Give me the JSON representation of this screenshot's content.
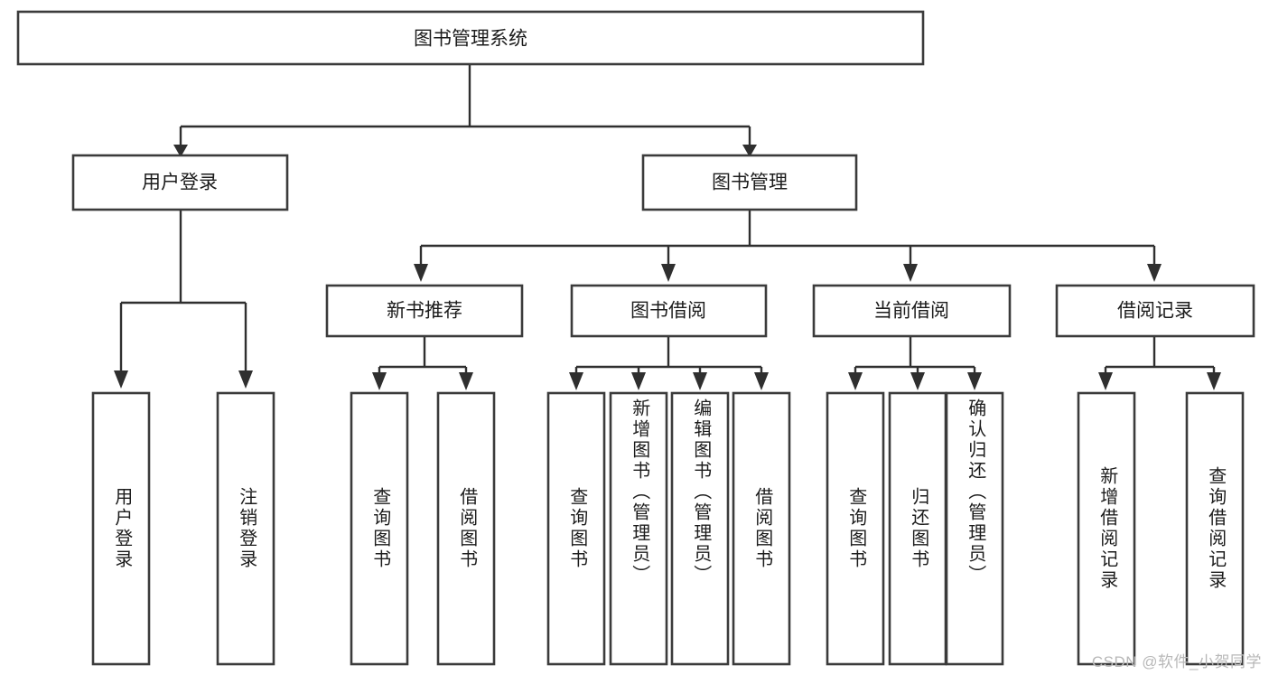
{
  "diagram": {
    "type": "tree",
    "title": "图书管理系统",
    "watermark": "CSDN @软件_小贺同学",
    "colors": {
      "box_stroke": "#3b3b3b",
      "edge": "#2f2f2f",
      "background": "#ffffff",
      "text": "#1c1c1c",
      "watermark": "#b8b8b8"
    },
    "root": {
      "id": "root",
      "label": "图书管理系统",
      "orientation": "horizontal"
    },
    "level2": [
      {
        "id": "user-login",
        "label": "用户登录",
        "orientation": "horizontal"
      },
      {
        "id": "book-management",
        "label": "图书管理",
        "orientation": "horizontal"
      }
    ],
    "level3": [
      {
        "id": "new-book-recommend",
        "label": "新书推荐",
        "orientation": "horizontal",
        "parent": "book-management"
      },
      {
        "id": "book-borrow",
        "label": "图书借阅",
        "orientation": "horizontal",
        "parent": "book-management"
      },
      {
        "id": "current-borrow",
        "label": "当前借阅",
        "orientation": "horizontal",
        "parent": "book-management"
      },
      {
        "id": "borrow-record",
        "label": "借阅记录",
        "orientation": "horizontal",
        "parent": "book-management"
      }
    ],
    "leaves": [
      {
        "id": "leaf-user-login",
        "label": "用户登录",
        "parent": "user-login",
        "orientation": "vertical"
      },
      {
        "id": "leaf-user-logout",
        "label": "注销登录",
        "parent": "user-login",
        "orientation": "vertical"
      },
      {
        "id": "leaf-query-book-1",
        "label": "查询图书",
        "parent": "new-book-recommend",
        "orientation": "vertical"
      },
      {
        "id": "leaf-borrow-book-1",
        "label": "借阅图书",
        "parent": "new-book-recommend",
        "orientation": "vertical"
      },
      {
        "id": "leaf-query-book-2",
        "label": "查询图书",
        "parent": "book-borrow",
        "orientation": "vertical"
      },
      {
        "id": "leaf-add-book",
        "label": "新增图书（管理员）",
        "parent": "book-borrow",
        "orientation": "vertical"
      },
      {
        "id": "leaf-edit-book",
        "label": "编辑图书（管理员）",
        "parent": "book-borrow",
        "orientation": "vertical"
      },
      {
        "id": "leaf-borrow-book-2",
        "label": "借阅图书",
        "parent": "book-borrow",
        "orientation": "vertical"
      },
      {
        "id": "leaf-query-book-3",
        "label": "查询图书",
        "parent": "current-borrow",
        "orientation": "vertical"
      },
      {
        "id": "leaf-return-book",
        "label": "归还图书",
        "parent": "current-borrow",
        "orientation": "vertical"
      },
      {
        "id": "leaf-confirm-return",
        "label": "确认归还（管理员）",
        "parent": "current-borrow",
        "orientation": "vertical"
      },
      {
        "id": "leaf-add-record",
        "label": "新增借阅记录",
        "parent": "borrow-record",
        "orientation": "vertical"
      },
      {
        "id": "leaf-query-record",
        "label": "查询借阅记录",
        "parent": "borrow-record",
        "orientation": "vertical"
      }
    ]
  }
}
